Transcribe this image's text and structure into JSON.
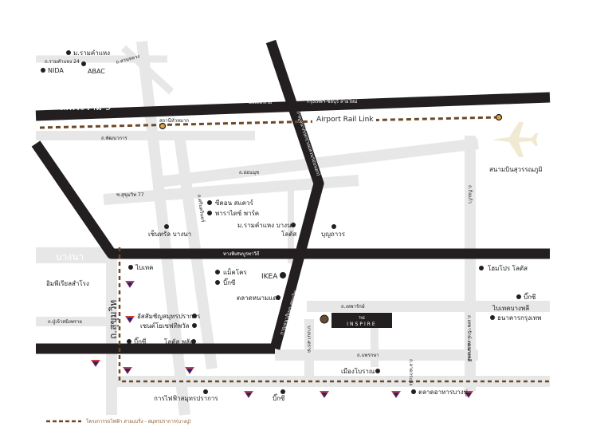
{
  "colors": {
    "background": "#ffffff",
    "minor_road": "#e7e7e7",
    "major_road": "#231f20",
    "rail": "#6b4a2b",
    "station": "#e0a040",
    "airplane": "#f0ead2",
    "btn_red": "#d83a3a",
    "btn_blue": "#1b2a7a"
  },
  "icons": [
    "airplane-icon",
    "skytrain-station-icon",
    "location-dot-icon",
    "station-marker-icon"
  ],
  "roads": {
    "rama9": "ถ.พระราม 9",
    "motorway": "มอเตอร์เวย์",
    "krungthep_chonburi": "กรุงเทพฯ-ชลบุรี สายใหม่",
    "bangna": "บางนา",
    "sukhumvit": "ถ.สุขุมวิท",
    "kanchanaphisek": "กาญจนาภิเษก(วงแหวนรอบนอก)",
    "bangna_expressway": "ทางพิเศษบูรพาวิถี",
    "srinakarin": "ถ.ศรีนครินทร์",
    "sukhumvit77": "ซ.สุขุมวิท 77",
    "onnut": "ถ.อ่อนนุช",
    "phatthanakan": "ถ.พัฒนาการ",
    "ramkhamhaeng_left": "ถ.ร่มเกล้า",
    "thepharak": "ถ.เทพารักษ์",
    "phraeksa": "ถ.แพรกษา",
    "pu_chao": "ถ.ปู่เจ้าสมิงพราย",
    "kanchanaphisek_sukhumvit": "กาญจนาภิเษก-สุขุมวิท",
    "bangbo_road": "ถ.บางพลี-ตำหรุ",
    "km_road": "ถ.กิ่งแก้ว",
    "lat_krabang_side": "ถ.ลาดกระบัง",
    "bangna_bangpakong": "บางนา-ตราด",
    "ramkhamhaeng24": "ถ.รามคำแหง 24",
    "suan_luang": "ถ.สวนหลวง",
    "theparak_side": "ถ.เทพารักษ์-ตอนกลาง",
    "thepharak_km": "ถ.เทพารักษ์ กม.",
    "bangplee": "ถ.บางพลี"
  },
  "rail": {
    "airport_link": "Airport Rail Link",
    "station_hua": "สถานีหัวหมาก",
    "legend": "โครงการรถไฟฟ้า สายแบริ่ง - สมุทรปราการ(บางปู)"
  },
  "places": {
    "ramkhamhaeng_uni": "ม.รามคำแหง",
    "nida": "NIDA",
    "abac": "ABAC",
    "airport": "สนามบินสุวรรณภูมิ",
    "seacon_square": "ซีคอน สแควร์",
    "paradise_park": "พาราไดซ์ พาร์ค",
    "ramkhamhaeng_bangna": "ม.รามคำแหง บางนา",
    "central_bangna": "เซ็นทรัล บางนา",
    "lotus_top": "โลตัส",
    "bunnawat": "บุญถาวร",
    "bitec": "ไบเทค",
    "imperial": "อิมพีเรียลสำโรง",
    "makro": "แม็คโคร",
    "bigc_mid": "บิ๊กซี",
    "ikea": "IKEA",
    "talat_nongmon": "ตลาดหนามแดง",
    "home_pro": "โฮมโปร โลตัส",
    "bigc_right": "บิ๊กซี",
    "bangplee_city": "ไบเทคบางพลี",
    "krungthep_bank": "ธนาคารกรุงเทพ",
    "assumption": "อัสสัมชัญสมุทรปราการ",
    "sainam": "เซนต์โยเซฟทิพวัล",
    "bigc_bottom_left": "บิ๊กซี",
    "lotus_plus": "โลตัส พลัส",
    "muang_boran": "เมืองโบราณ",
    "electric_authority": "การไฟฟ้าสมุทรปราการ",
    "bigc_bottom": "บิ๊กซี",
    "talat_bangpu": "ตลาดอาหารบางปู",
    "inspire_brand_top": "THE",
    "inspire_brand": "INSPIRE"
  }
}
